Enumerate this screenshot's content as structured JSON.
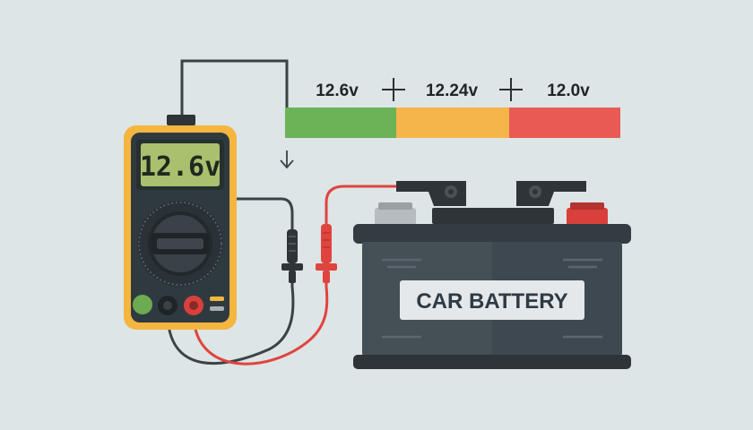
{
  "voltage_scale": {
    "labels": [
      "12.6v",
      "12.24v",
      "12.0v"
    ],
    "colors": [
      "#6cb257",
      "#f6b54a",
      "#ea5a55"
    ]
  },
  "multimeter": {
    "display_value": "12.6v",
    "body_color": "#f4b63f",
    "screen_color": "#a9c06f"
  },
  "battery": {
    "label": "CAR BATTERY",
    "body_color": "#3e4850"
  },
  "leads": {
    "positive_color": "#e0443f",
    "negative_color": "#3b4349"
  },
  "icons": [
    "plus-separator-icon",
    "arrow-down-icon"
  ]
}
